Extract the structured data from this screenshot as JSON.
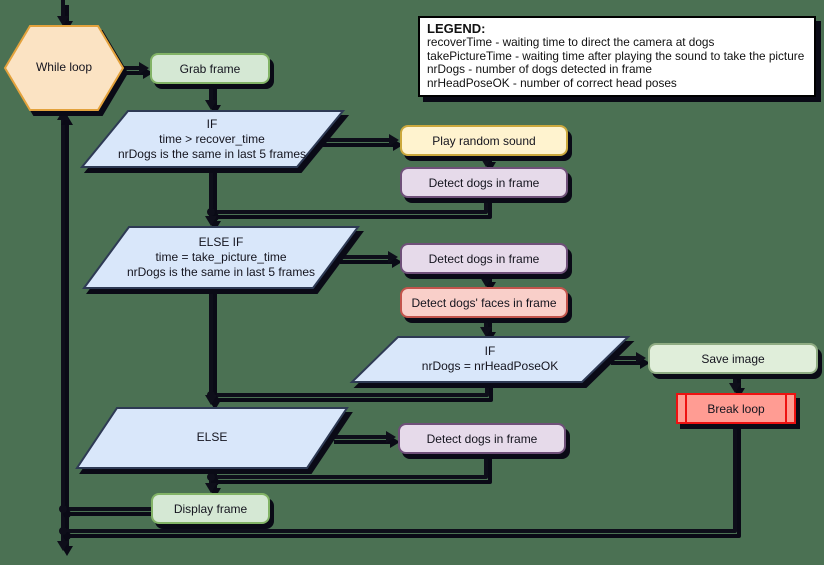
{
  "colors": {
    "background": "#4B7153",
    "connector": "#0E0E1A",
    "hexagon_fill": "#FBE3C3",
    "hexagon_stroke": "#E3A23C",
    "parallelogram_fill": "#D9E7FA",
    "parallelogram_stroke": "#2E3A54",
    "green_fill": "#D5E8D4",
    "green_stroke": "#82B366",
    "yellow_fill": "#FFF3CF",
    "yellow_stroke": "#CBA83D",
    "purple_fill": "#E6DAEA",
    "purple_stroke": "#6F5079",
    "pink_fill": "#F9CFC9",
    "pink_stroke": "#C2544C",
    "red_fill": "#FF9C93",
    "red_stroke": "#EE1111",
    "legend_fill": "#FFFFFF",
    "legend_stroke": "#000000"
  },
  "nodes": {
    "while_loop": {
      "label": "While loop",
      "shape": "hexagon"
    },
    "grab_frame": {
      "label": "Grab frame",
      "shape": "rounded-rect"
    },
    "if_recover": {
      "label": "IF\ntime > recover_time\nnrDogs is the same in last 5 frames",
      "shape": "parallelogram"
    },
    "play_sound": {
      "label": "Play random sound",
      "shape": "rounded-rect"
    },
    "detect_dogs_1": {
      "label": "Detect dogs in frame",
      "shape": "rounded-rect"
    },
    "elseif_take_picture": {
      "label": "ELSE IF\ntime = take_picture_time\nnrDogs is the same in last 5 frames",
      "shape": "parallelogram"
    },
    "detect_dogs_2": {
      "label": "Detect dogs in frame",
      "shape": "rounded-rect"
    },
    "detect_faces": {
      "label": "Detect dogs' faces in frame",
      "shape": "rounded-rect"
    },
    "if_headpose": {
      "label": "IF\nnrDogs = nrHeadPoseOK",
      "shape": "parallelogram"
    },
    "save_image": {
      "label": "Save image",
      "shape": "rounded-rect"
    },
    "break_loop": {
      "label": "Break loop",
      "shape": "predefined-process"
    },
    "else_branch": {
      "label": "ELSE",
      "shape": "parallelogram"
    },
    "detect_dogs_3": {
      "label": "Detect dogs in frame",
      "shape": "rounded-rect"
    },
    "display_frame": {
      "label": "Display frame",
      "shape": "rounded-rect"
    }
  },
  "legend": {
    "title": "LEGEND:",
    "lines": [
      "recoverTime - waiting time to direct the camera at dogs",
      "takePictureTime - waiting time after playing the sound to take the picture",
      "nrDogs - number of dogs detected in frame",
      "nrHeadPoseOK - number of correct head poses"
    ]
  }
}
